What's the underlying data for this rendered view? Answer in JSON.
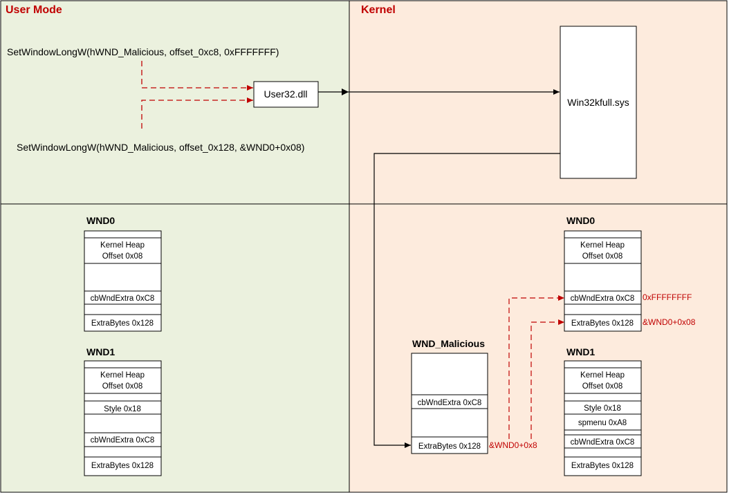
{
  "regions": {
    "user_mode": "User Mode",
    "kernel": "Kernel"
  },
  "calls": {
    "call1": "SetWindowLongW(hWND_Malicious, offset_0xc8, 0xFFFFFFF)",
    "call2": "SetWindowLongW(hWND_Malicious, offset_0x128, &WND0+0x08)"
  },
  "modules": {
    "user32": "User32.dll",
    "win32k": "Win32kfull.sys"
  },
  "user_wnd0": {
    "title": "WND0",
    "heap_line1": "Kernel Heap",
    "heap_line2": "Offset 0x08",
    "cbwndextra": "cbWndExtra 0xC8",
    "extrabytes": "ExtraBytes 0x128"
  },
  "user_wnd1": {
    "title": "WND1",
    "heap_line1": "Kernel Heap",
    "heap_line2": "Offset 0x08",
    "style": "Style 0x18",
    "cbwndextra": "cbWndExtra 0xC8",
    "extrabytes": "ExtraBytes 0x128"
  },
  "wnd_malicious": {
    "title": "WND_Malicious",
    "cbwndextra": "cbWndExtra 0xC8",
    "extrabytes": "ExtraBytes 0x128",
    "extrabytes_value": "&WND0+0x8"
  },
  "kernel_wnd0": {
    "title": "WND0",
    "heap_line1": "Kernel Heap",
    "heap_line2": "Offset 0x08",
    "cbwndextra": "cbWndExtra 0xC8",
    "cbwndextra_value": "0xFFFFFFFF",
    "extrabytes": "ExtraBytes 0x128",
    "extrabytes_value": "&WND0+0x08"
  },
  "kernel_wnd1": {
    "title": "WND1",
    "heap_line1": "Kernel Heap",
    "heap_line2": "Offset 0x08",
    "style": "Style 0x18",
    "spmenu": "spmenu 0xA8",
    "cbwndextra": "cbWndExtra 0xC8",
    "extrabytes": "ExtraBytes 0x128"
  },
  "colors": {
    "user_bg": "#ebf1de",
    "kernel_bg": "#fdebdd",
    "accent_red": "#c00000"
  }
}
